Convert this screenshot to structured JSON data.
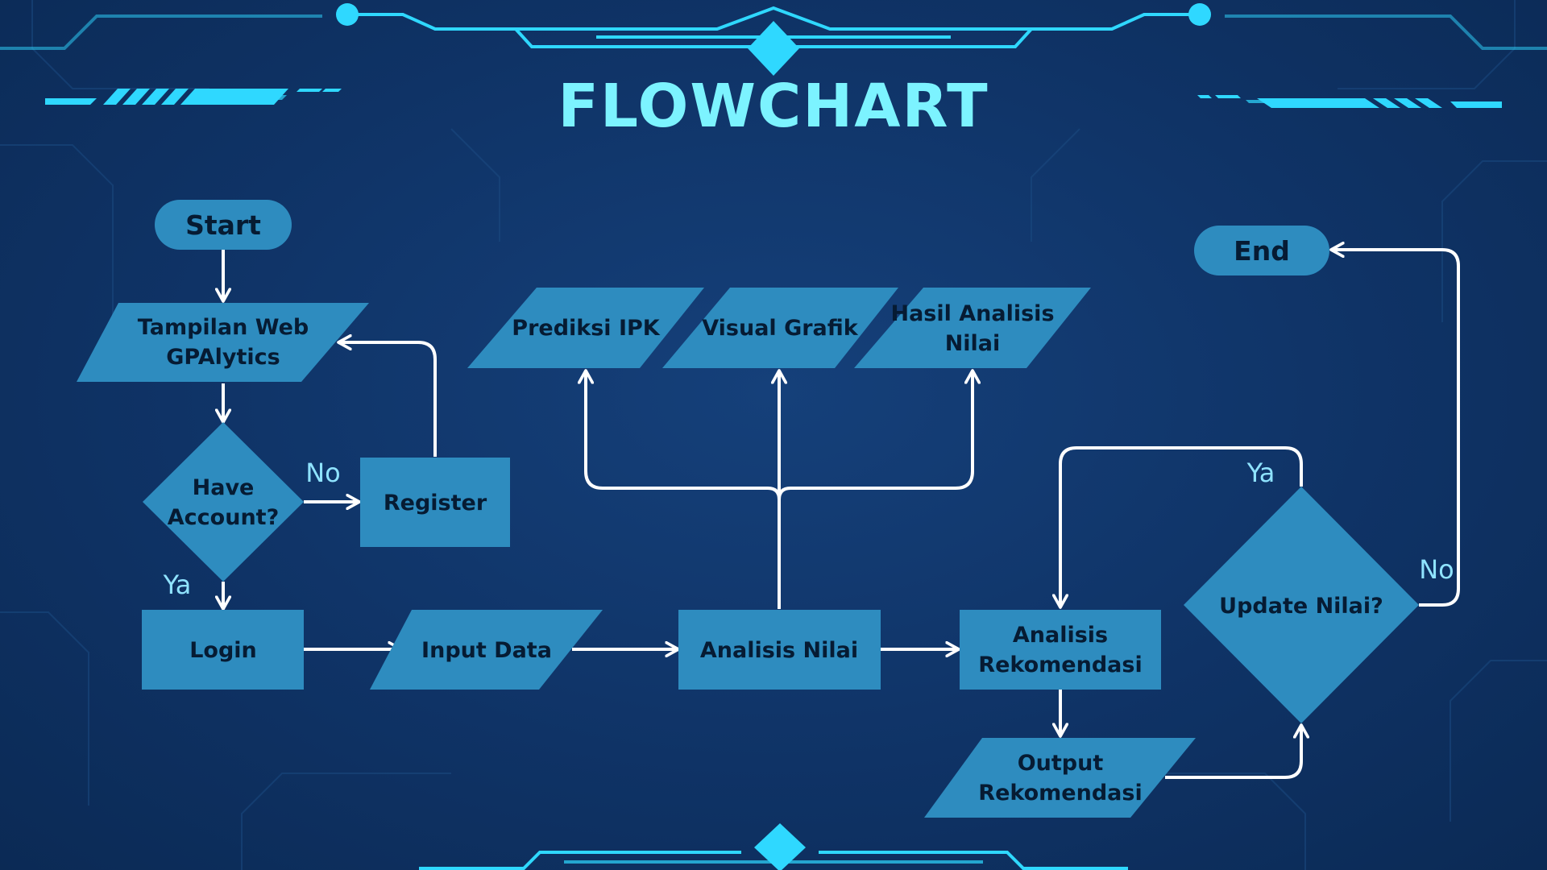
{
  "title": "FLOWCHART",
  "colors": {
    "background": "#0f3365",
    "node_fill": "#2e8cbf",
    "node_text": "#061b33",
    "connector": "#ffffff",
    "accent": "#2fd8ff",
    "title": "#7cf3ff",
    "edge_label": "#8fe3ff"
  },
  "nodes": {
    "start": "Start",
    "tampilan_web": [
      "Tampilan Web",
      "GPAlytics"
    ],
    "have_account": [
      "Have",
      "Account?"
    ],
    "register": "Register",
    "login": "Login",
    "input_data": "Input Data",
    "analisis_nilai": "Analisis Nilai",
    "prediksi_ipk": "Prediksi IPK",
    "visual_grafik": "Visual Grafik",
    "hasil_analisis": [
      "Hasil Analisis",
      "Nilai"
    ],
    "analisis_rekomendasi": [
      "Analisis",
      "Rekomendasi"
    ],
    "output_rekomendasi": [
      "Output",
      "Rekomendasi"
    ],
    "update_nilai": "Update Nilai?",
    "end": "End"
  },
  "edge_labels": {
    "have_account_no": "No",
    "have_account_ya": "Ya",
    "update_nilai_ya": "Ya",
    "update_nilai_no": "No"
  }
}
